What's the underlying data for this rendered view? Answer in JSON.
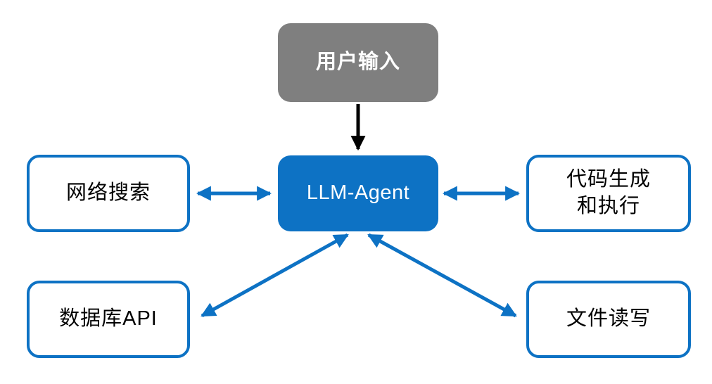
{
  "diagram": {
    "type": "architecture-diagram",
    "nodes": {
      "user_input": {
        "label": "用户输入",
        "fill": "#7F7F7F",
        "text_color": "#FFFFFF",
        "shape": "rounded-rect"
      },
      "llm_agent": {
        "label": "LLM-Agent",
        "fill": "#0D72C4",
        "text_color": "#FFFFFF",
        "shape": "rounded-rect"
      },
      "web_search": {
        "label": "网络搜索",
        "fill": "#FFFFFF",
        "border_color": "#0D72C4",
        "text_color": "#000000",
        "shape": "rounded-rect"
      },
      "code_gen": {
        "label": "代码生成\n和执行",
        "fill": "#FFFFFF",
        "border_color": "#0D72C4",
        "text_color": "#000000",
        "shape": "rounded-rect"
      },
      "database_api": {
        "label": "数据库API",
        "fill": "#FFFFFF",
        "border_color": "#0D72C4",
        "text_color": "#000000",
        "shape": "rounded-rect"
      },
      "file_rw": {
        "label": "文件读写",
        "fill": "#FFFFFF",
        "border_color": "#0D72C4",
        "text_color": "#000000",
        "shape": "rounded-rect"
      }
    },
    "edges": [
      {
        "from": "用户输入",
        "to": "LLM-Agent",
        "style": "one-way",
        "color": "#000000"
      },
      {
        "from": "网络搜索",
        "to": "LLM-Agent",
        "style": "two-way",
        "color": "#0D72C4"
      },
      {
        "from": "代码生成和执行",
        "to": "LLM-Agent",
        "style": "two-way",
        "color": "#0D72C4"
      },
      {
        "from": "数据库API",
        "to": "LLM-Agent",
        "style": "two-way",
        "color": "#0D72C4"
      },
      {
        "from": "文件读写",
        "to": "LLM-Agent",
        "style": "two-way",
        "color": "#0D72C4"
      }
    ],
    "colors": {
      "accent_blue": "#0D72C4",
      "gray": "#7F7F7F",
      "black": "#000000",
      "background": "#FFFFFF"
    }
  }
}
